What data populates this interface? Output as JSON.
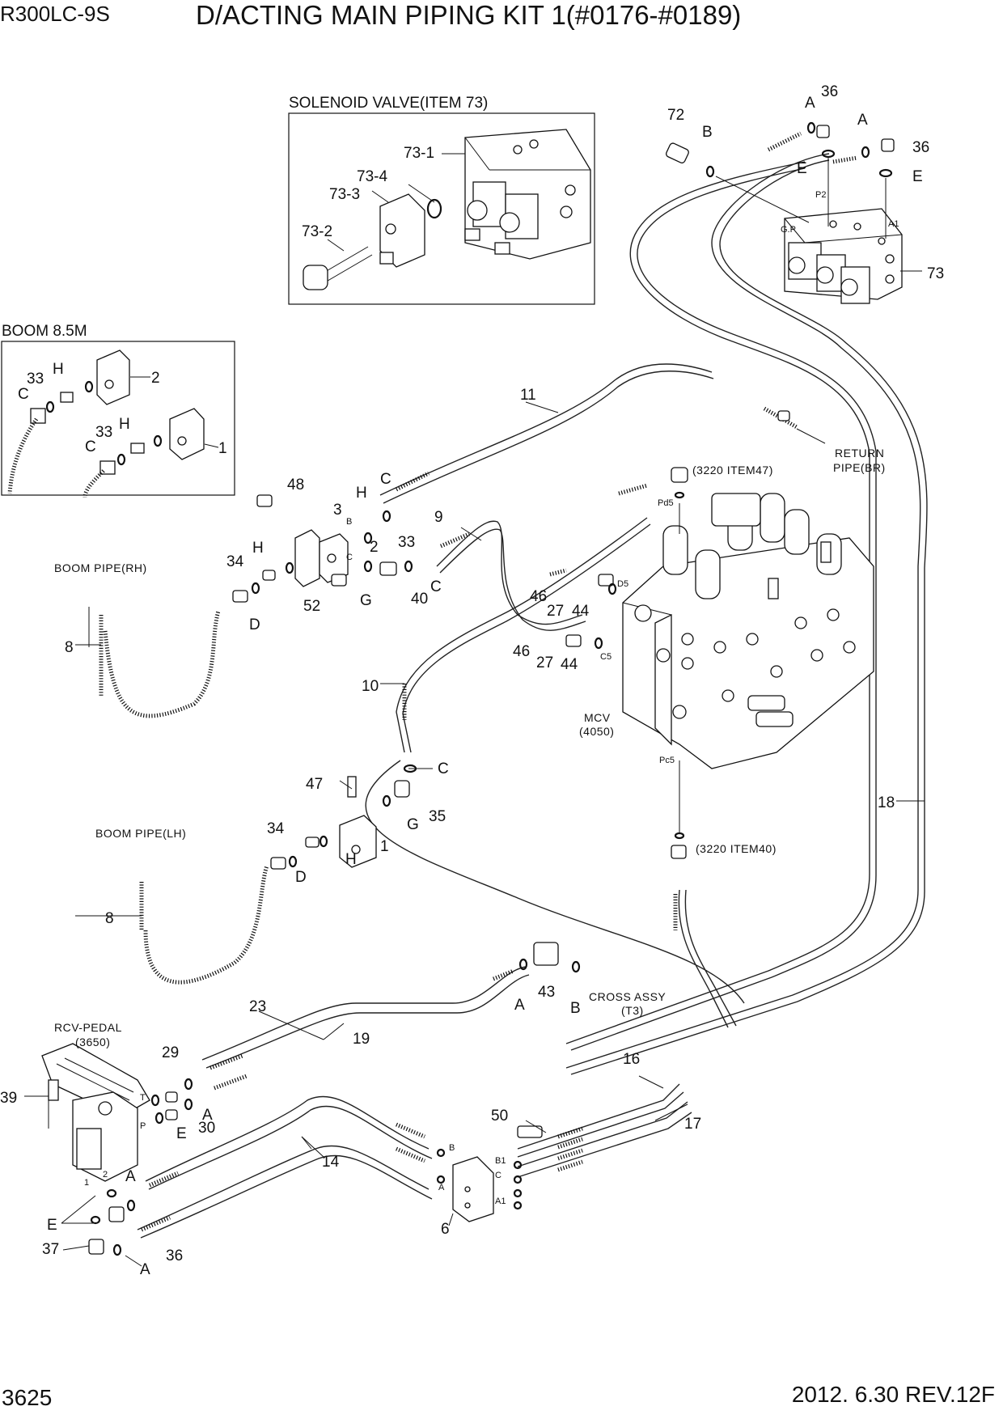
{
  "header": {
    "model": "R300LC-9S",
    "title": "D/ACTING MAIN PIPING KIT 1(#0176-#0189)"
  },
  "footer": {
    "page_number": "3625",
    "revision": "2012. 6.30  REV.12F"
  },
  "insets": {
    "solenoid_valve": "SOLENOID VALVE(ITEM 73)",
    "boom": "BOOM 8.5M"
  },
  "callouts": {
    "c73_1": "73-1",
    "c73_2": "73-2",
    "c73_3": "73-3",
    "c73_4": "73-4",
    "c72": "72",
    "c36a": "36",
    "c36b": "36",
    "c36c": "36",
    "c73": "73",
    "c33a": "33",
    "c33b": "33",
    "c33c": "33",
    "c2a": "2",
    "c2b": "2",
    "c1a": "1",
    "c1b": "1",
    "c11": "11",
    "c48": "48",
    "c3": "3",
    "c9": "9",
    "c34a": "34",
    "c34b": "34",
    "c52": "52",
    "c40": "40",
    "c8a": "8",
    "c8b": "8",
    "c46a": "46",
    "c46b": "46",
    "c27a": "27",
    "c27b": "27",
    "c44a": "44",
    "c44b": "44",
    "c10": "10",
    "c47": "47",
    "c35": "35",
    "c18": "18",
    "c23": "23",
    "c19": "19",
    "c43": "43",
    "c29": "29",
    "c39": "39",
    "c30": "30",
    "c16": "16",
    "c17": "17",
    "c50": "50",
    "c14": "14",
    "c6": "6",
    "c37": "37"
  },
  "letters": {
    "A1": "A",
    "A2": "A",
    "A3": "A",
    "A4": "A",
    "A5": "A",
    "A6": "A",
    "B1": "B",
    "B2": "B",
    "E1": "E",
    "E2": "E",
    "E3": "E",
    "E4": "E",
    "H1": "H",
    "H2": "H",
    "H3": "H",
    "H4": "H",
    "C1": "C",
    "C2": "C",
    "C3": "C",
    "C4": "C",
    "C5": "C",
    "G1": "G",
    "G2": "G",
    "D1": "D",
    "D2": "D"
  },
  "notes": {
    "return_pipe": "RETURN",
    "return_pipe2": "PIPE(BR)",
    "ref_3220_47": "(3220 ITEM47)",
    "ref_3220_40": "(3220 ITEM40)",
    "boom_pipe_rh": "BOOM PIPE(RH)",
    "boom_pipe_lh": "BOOM PIPE(LH)",
    "mcv": "MCV",
    "mcv_code": "(4050)",
    "cross_assy": "CROSS ASSY",
    "cross_assy_code": "(T3)",
    "rcv_pedal": "RCV-PEDAL",
    "rcv_pedal_code": "(3650)"
  },
  "ports": {
    "p2": "P2",
    "gp": "G.P",
    "a1": "A1",
    "pd5": "Pd5",
    "d5": "D5",
    "c5": "C5",
    "pc5": "Pc5",
    "b_small": "B",
    "c_small": "C",
    "t": "T",
    "p": "P",
    "one": "1",
    "two": "2",
    "b_port": "B",
    "a_port": "A",
    "b1": "B1",
    "c_port": "C",
    "a1_port": "A1"
  }
}
